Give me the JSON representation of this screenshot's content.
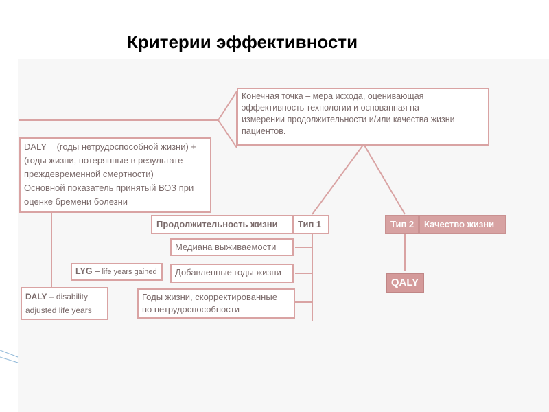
{
  "title": "Критерии эффективности",
  "endpoint": {
    "line1": "Конечная точка – мера исхода, оценивающая",
    "line2": "эффективность технологии и основанная на",
    "line3": "измерении продолжительности и/или качества жизни",
    "line4": "пациентов."
  },
  "daly_formula": {
    "line1": "DALY = (годы нетрудоспособной жизни) +",
    "line2": "(годы жизни, потерянные в результате",
    "line3": "преждевременной смертности)",
    "line4": "Основной показатель принятый ВОЗ при",
    "line5": "оценке бремени болезни"
  },
  "type1": {
    "label": "Продолжительность жизни",
    "type": "Тип 1"
  },
  "type2": {
    "type": "Тип 2",
    "label": "Качество жизни"
  },
  "type1_items": [
    "Медиана выживаемости",
    "Добавленные годы жизни",
    "Годы жизни, скорректированные",
    "по нетрудоспособности"
  ],
  "lyg": {
    "abbr": "LYG",
    "dash": " – ",
    "text": "life years gained"
  },
  "daly_def": {
    "abbr": "DALY",
    "dash": " – ",
    "line1": "disability",
    "line2": "adjusted life years"
  },
  "qaly": "QALY",
  "colors": {
    "border": "#d9a3a3",
    "text": "#7a6a6a",
    "accent": "#d49a9a"
  }
}
